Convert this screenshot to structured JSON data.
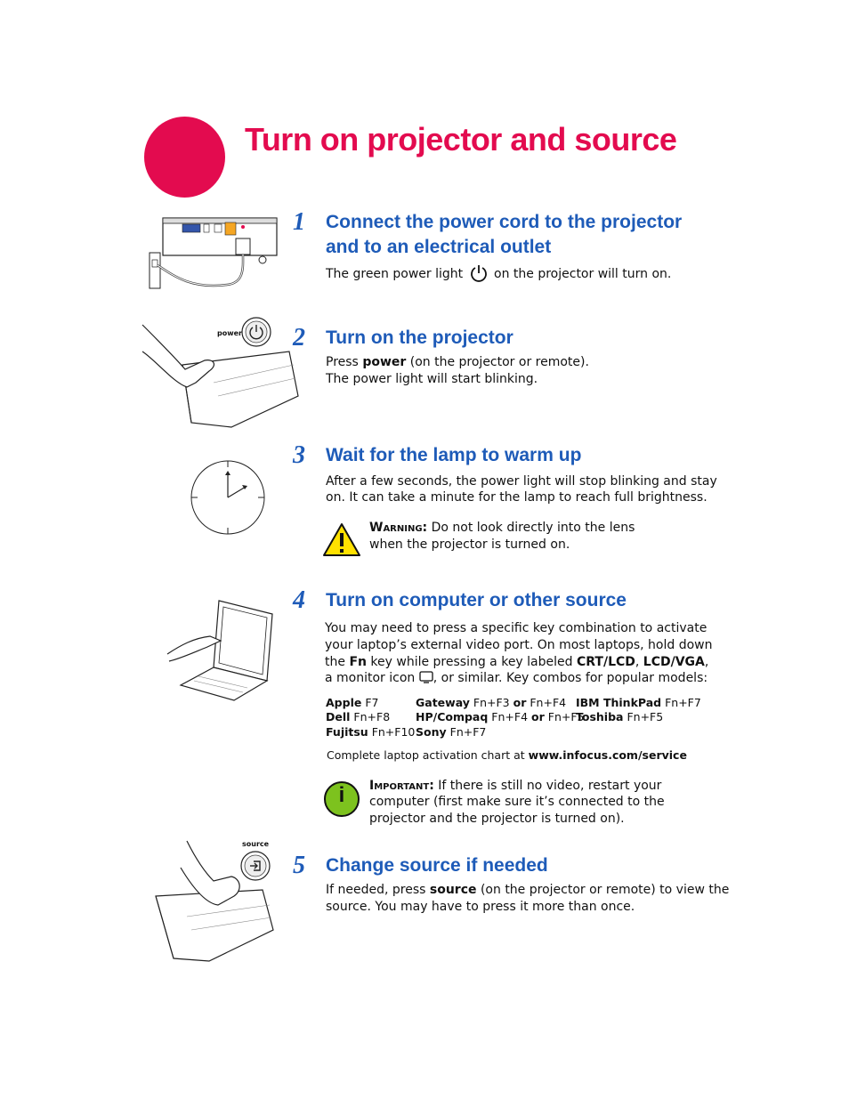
{
  "page": {
    "title": "Turn on projector and source"
  },
  "steps": [
    {
      "number": "1",
      "heading_line1": "Connect the power cord to the projector",
      "heading_line2": "and to an electrical outlet",
      "text_before_icon": "The green power light",
      "text_after_icon": "on the projector will turn on."
    },
    {
      "number": "2",
      "heading": "Turn on the projector",
      "press": "Press",
      "press_key": "power",
      "press_rest": "(on the projector or remote).",
      "line2": "The power light will start blinking.",
      "illustration_label": "power"
    },
    {
      "number": "3",
      "heading": "Wait for the lamp to warm up",
      "line1": "After a few seconds, the power light will stop blinking and stay",
      "line2": "on. It can take a minute for the lamp to reach full brightness.",
      "warning_label": "Warning:",
      "warning_line1": "Do not look directly into the lens",
      "warning_line2": "when the projector is turned on."
    },
    {
      "number": "4",
      "heading": "Turn on computer or other source",
      "line1": "You may need to press a specific key combination to activate",
      "line2": "your laptop’s external video port. On most laptops, hold down",
      "line3_a": "the",
      "line3_fn": "Fn",
      "line3_b": "key while pressing a key labeled",
      "line3_k1": "CRT/LCD",
      "line3_sep": ",",
      "line3_k2": "LCD/VGA",
      "line3_end": ",",
      "line4_a": "a monitor icon",
      "line4_b": ", or similar. Key combos for popular models:",
      "combos": [
        {
          "brand": "Apple",
          "keys": "F7"
        },
        {
          "brand": "Dell",
          "keys": "Fn+F8"
        },
        {
          "brand": "Fujitsu",
          "keys": "Fn+F10"
        },
        {
          "brand": "Gateway",
          "keys": "Fn+F3",
          "or": "or",
          "keys2": "Fn+F4"
        },
        {
          "brand": "HP/Compaq",
          "keys": "Fn+F4",
          "or": "or",
          "keys2": "Fn+F5"
        },
        {
          "brand": "Sony",
          "keys": "Fn+F7"
        },
        {
          "brand": "IBM ThinkPad",
          "keys": "Fn+F7"
        },
        {
          "brand": "Toshiba",
          "keys": "Fn+F5"
        }
      ],
      "chart_text": "Complete laptop activation chart at",
      "chart_url": "www.infocus.com/service",
      "important_label": "Important:",
      "important_line1": "If there is still no video, restart your",
      "important_line2": "computer (first make sure it’s connected to the",
      "important_line3": "projector and the projector is turned on).",
      "important_icon_letter": "i"
    },
    {
      "number": "5",
      "heading": "Change source if needed",
      "line1_a": "If needed, press",
      "line1_key": "source",
      "line1_b": "(on the projector or remote) to view the",
      "line2": "source. You may have to press it more than once.",
      "illustration_label": "source"
    }
  ],
  "colors": {
    "title": "#e30b4f",
    "heading": "#1e5bb8",
    "warning_yellow": "#ffe100",
    "important_green": "#7dc21e"
  },
  "icons": [
    "power-icon",
    "monitor-icon",
    "warning-icon",
    "info-icon",
    "clock-icon",
    "source-icon"
  ]
}
